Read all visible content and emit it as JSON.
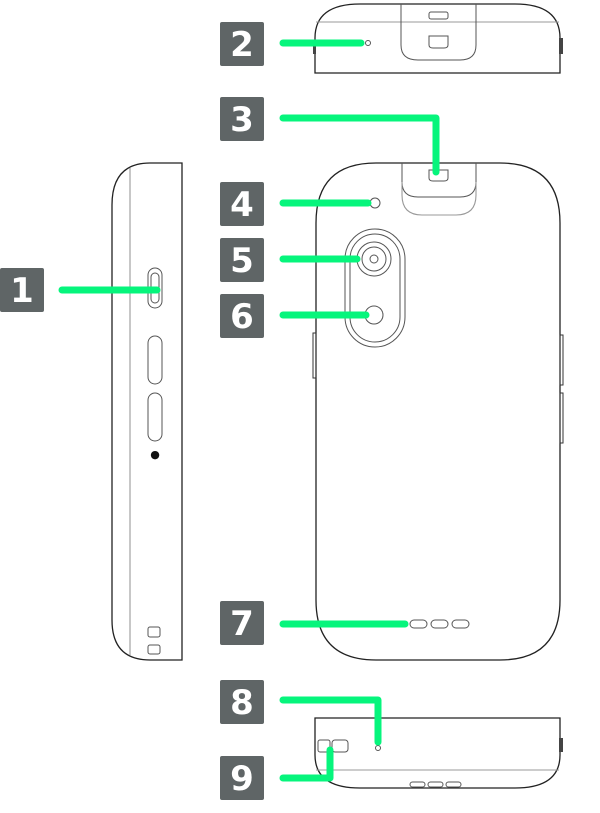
{
  "callouts": [
    {
      "number": "1"
    },
    {
      "number": "2"
    },
    {
      "number": "3"
    },
    {
      "number": "4"
    },
    {
      "number": "5"
    },
    {
      "number": "6"
    },
    {
      "number": "7"
    },
    {
      "number": "8"
    },
    {
      "number": "9"
    }
  ],
  "colors": {
    "badge": "#5f6566",
    "leader": "#06f57c"
  }
}
